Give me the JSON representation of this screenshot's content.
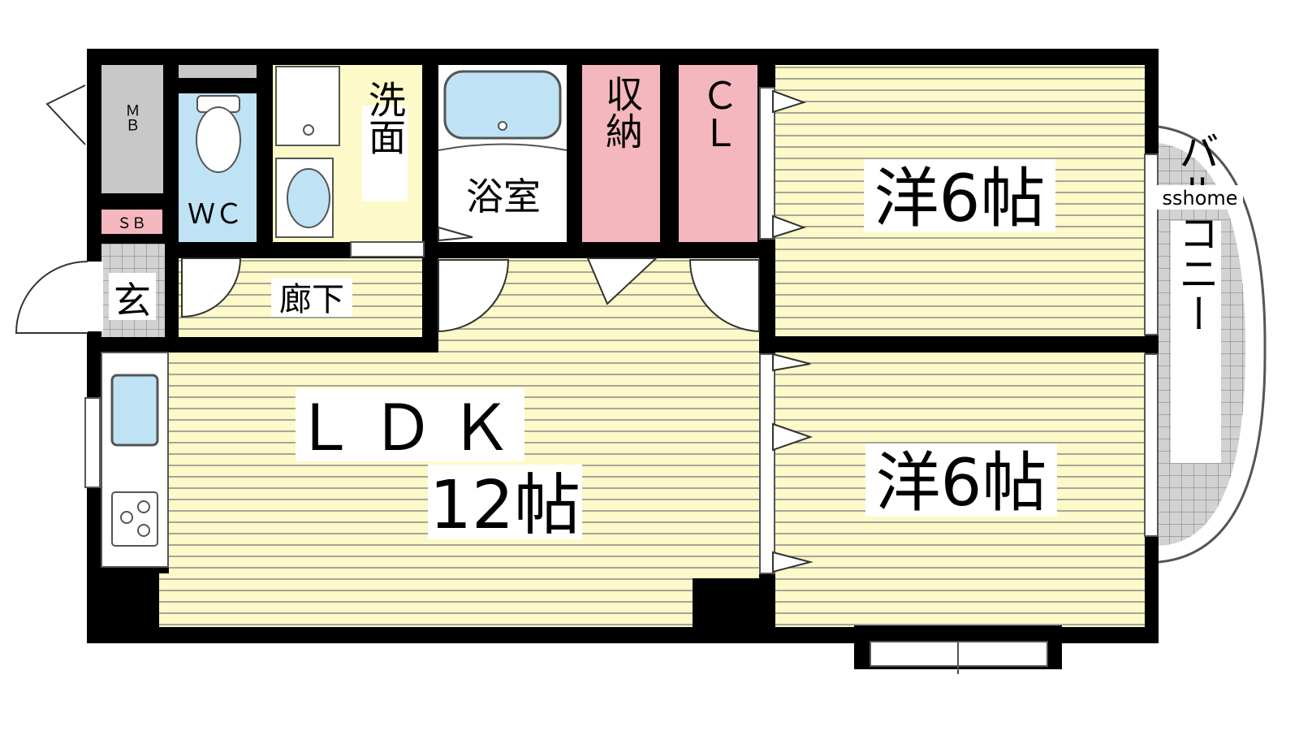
{
  "colors": {
    "wall": "#000000",
    "floor_yellow": "#fdf9c8",
    "floor_line": "#8a8a8a",
    "wet_blue": "#bfe3f5",
    "storage_pink": "#f4b7bd",
    "mb_gray": "#c8c8c8",
    "balcony_gray": "#d2d2d2"
  },
  "rooms": {
    "mb": "ＭＢ",
    "wc": "ＷＣ",
    "sb": "ＳＢ",
    "genkan": "玄",
    "senmen": "洗面",
    "yokushitsu": "浴室",
    "shuno": "収納",
    "cl": "ＣＬ",
    "roka": "廊下",
    "ldk": "ＬＤＫ",
    "ldk_size": "12帖",
    "western1": "洋6帖",
    "western2": "洋6帖",
    "balcony": "バルコニー"
  },
  "watermark": "sshome"
}
